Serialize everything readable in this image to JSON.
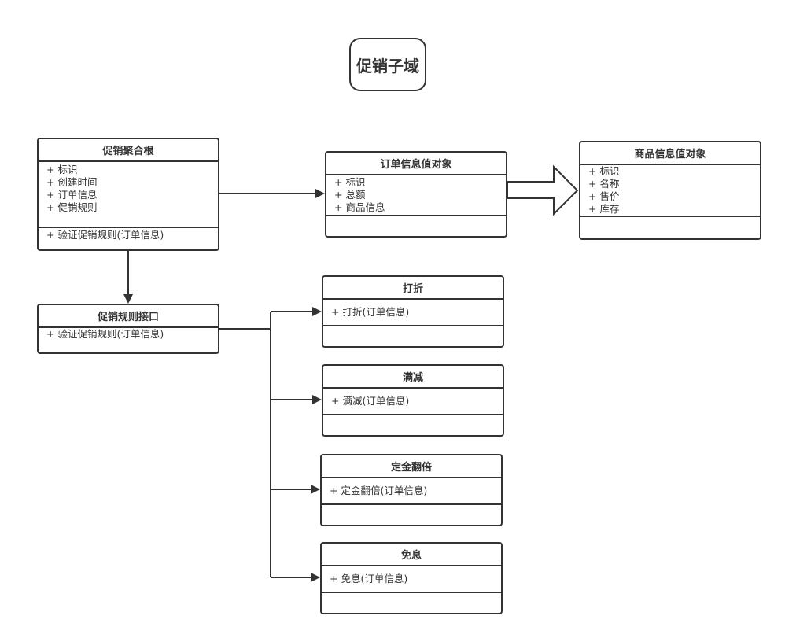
{
  "title": "促销子域",
  "classes": {
    "aggregate_root": {
      "name": "促销聚合根",
      "attributes": [
        "+ 标识",
        "+ 创建时间",
        "+ 订单信息",
        "+ 促销规则"
      ],
      "methods": [
        "+ 验证促销规则(订单信息)"
      ]
    },
    "order_info": {
      "name": "订单信息值对象",
      "attributes": [
        "+ 标识",
        "+ 总额",
        "+ 商品信息"
      ],
      "methods": []
    },
    "product_info": {
      "name": "商品信息值对象",
      "attributes": [
        "+ 标识",
        "+ 名称",
        "+ 售价",
        "+ 库存"
      ],
      "methods": []
    },
    "rule_interface": {
      "name": "促销规则接口",
      "methods": [
        "+ 验证促销规则(订单信息)"
      ]
    },
    "discount": {
      "name": "打折",
      "methods": [
        "+ 打折(订单信息)"
      ]
    },
    "full_reduction": {
      "name": "满减",
      "methods": [
        "+ 满减(订单信息)"
      ]
    },
    "deposit_double": {
      "name": "定金翻倍",
      "methods": [
        "+ 定金翻倍(订单信息)"
      ]
    },
    "interest_free": {
      "name": "免息",
      "methods": [
        "+ 免息(订单信息)"
      ]
    }
  },
  "colors": {
    "line": "#333333",
    "text": "#333333",
    "background": "#ffffff"
  }
}
